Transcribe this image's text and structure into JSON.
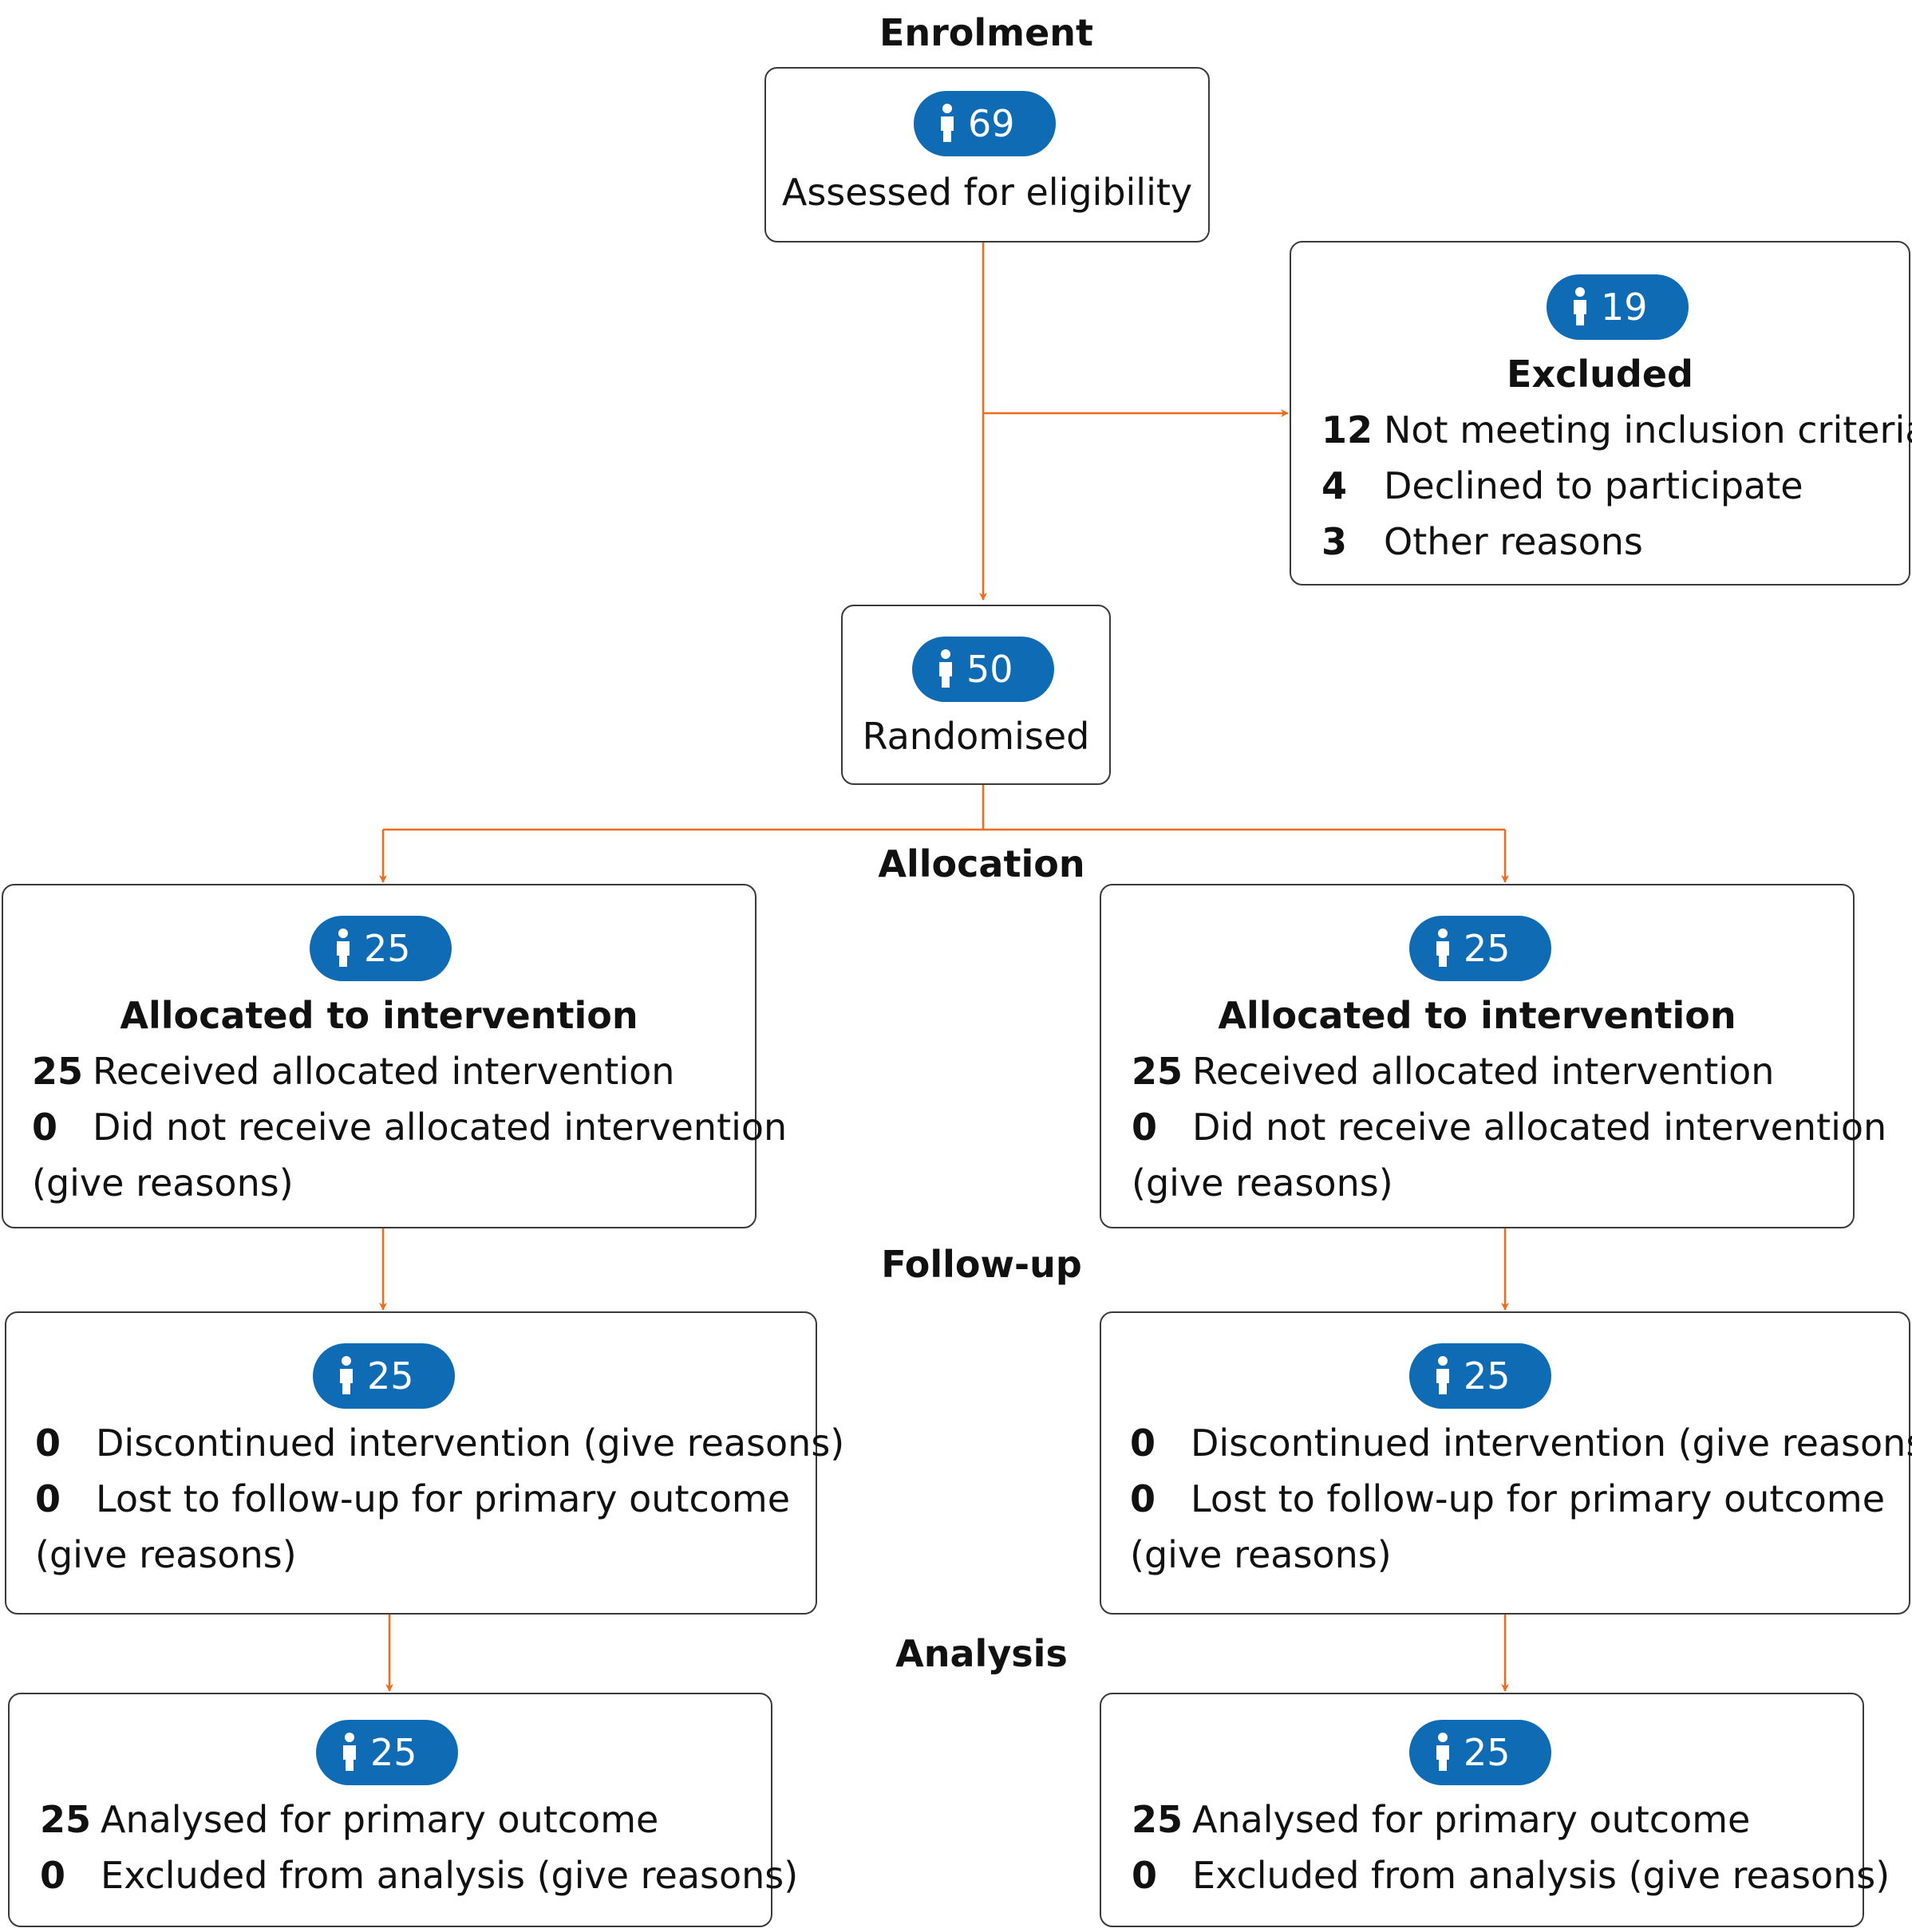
{
  "stages": {
    "enrolment": "Enrolment",
    "allocation": "Allocation",
    "follow_up": "Follow-up",
    "analysis": "Analysis"
  },
  "colors": {
    "badge": "#0f6bb3",
    "arrow": "#f26a1b",
    "border": "#3a3a3a"
  },
  "badge_icon": "person-icon",
  "assessed": {
    "count": "69",
    "label": "Assessed for eligibility"
  },
  "excluded": {
    "count": "19",
    "title": "Excluded",
    "reasons": [
      {
        "n": "12",
        "text": "Not meeting inclusion criteria"
      },
      {
        "n": "4",
        "text": "Declined to participate"
      },
      {
        "n": "3",
        "text": "Other reasons"
      }
    ]
  },
  "randomised": {
    "count": "50",
    "label": "Randomised"
  },
  "arms": [
    {
      "allocation": {
        "count": "25",
        "title": "Allocated to intervention",
        "received_n": "25",
        "received_text": "Received allocated intervention",
        "not_received_n": "0",
        "not_received_text": "Did not receive allocated intervention",
        "give_reasons": "(give reasons)"
      },
      "follow_up": {
        "count": "25",
        "discontinued_n": "0",
        "discontinued_text": "Discontinued intervention (give reasons)",
        "lost_n": "0",
        "lost_text": "Lost to follow-up for primary outcome",
        "give_reasons": "(give reasons)"
      },
      "analysis": {
        "count": "25",
        "analysed_n": "25",
        "analysed_text": "Analysed for primary outcome",
        "excluded_n": "0",
        "excluded_text": "Excluded from analysis (give reasons)"
      }
    },
    {
      "allocation": {
        "count": "25",
        "title": "Allocated to intervention",
        "received_n": "25",
        "received_text": "Received allocated intervention",
        "not_received_n": "0",
        "not_received_text": "Did not receive allocated intervention",
        "give_reasons": "(give reasons)"
      },
      "follow_up": {
        "count": "25",
        "discontinued_n": "0",
        "discontinued_text": "Discontinued intervention (give reasons)",
        "lost_n": "0",
        "lost_text": "Lost to follow-up for primary outcome",
        "give_reasons": "(give reasons)"
      },
      "analysis": {
        "count": "25",
        "analysed_n": "25",
        "analysed_text": "Analysed for primary outcome",
        "excluded_n": "0",
        "excluded_text": "Excluded from analysis (give reasons)"
      }
    }
  ]
}
